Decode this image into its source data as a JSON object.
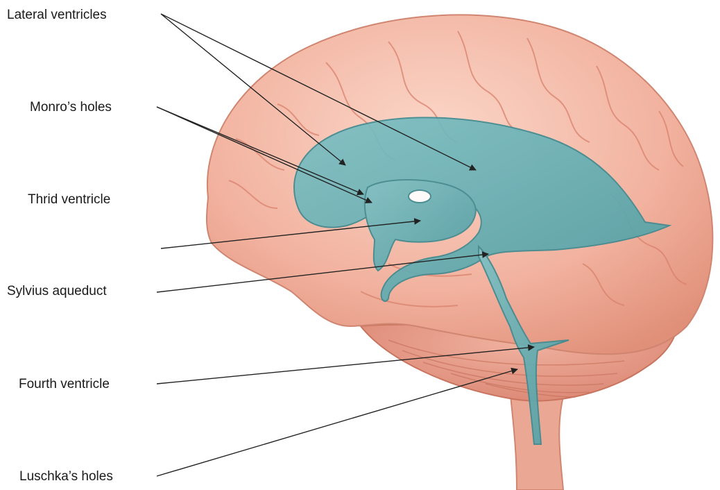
{
  "labels": {
    "lateral_ventricles": "Lateral ventricles",
    "monros_holes": "Monro’s holes",
    "third_ventricle": "Thrid ventricle",
    "sylvius_aqueduct": "Sylvius aqueduct",
    "fourth_ventricle": "Fourth ventricle",
    "luschkas_holes": "Luschka’s holes"
  },
  "colors": {
    "brain": "#f2b3a0",
    "brain_shadow": "#d9826d",
    "cerebellum": "#e69c86",
    "ventricles": "#5fa9ad",
    "ventricle_edge": "#3f8a90",
    "leader_lines": "#222222"
  }
}
